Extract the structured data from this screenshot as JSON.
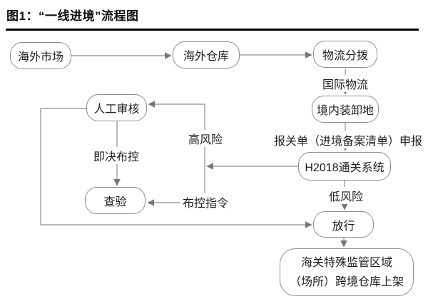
{
  "figure": {
    "title": "图1：“一线进境”流程图"
  },
  "nodes": {
    "overseas_market": "海外市场",
    "overseas_warehouse": "海外仓库",
    "logistics_distribution": "物流分拨",
    "domestic_loading_place": "境内装卸地",
    "manual_review": "人工审核",
    "h2018_clearance_system": "H2018通关系统",
    "inspection": "查验",
    "release": "放行",
    "bonded_warehouse_line1": "海关特殊监管区域",
    "bonded_warehouse_line2": "（场所）跨境仓库上架"
  },
  "edge_labels": {
    "international_logistics": "国际物流",
    "customs_declaration": "报关单（进境备案清单）申报",
    "low_risk": "低风险",
    "high_risk": "高风险",
    "immediate_control_order": "即决布控",
    "control_instruction": "布控指令"
  },
  "colors": {
    "connector_line": "#8e8e8e",
    "arrowhead": "#777777",
    "node_border": "#8e8e8e",
    "text": "#1f1f1f",
    "title_rule": "#000000"
  }
}
